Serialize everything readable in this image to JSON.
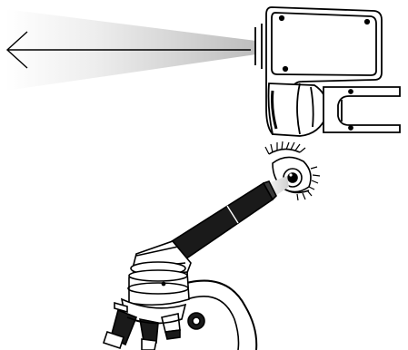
{
  "diagram": {
    "parts": [
      {
        "id": "projector-beam",
        "icon": "light-beam"
      },
      {
        "id": "projection-arrow",
        "icon": "arrow-left-icon"
      },
      {
        "id": "projector-unit",
        "icon": "projector-icon"
      },
      {
        "id": "eye",
        "icon": "eye-icon"
      },
      {
        "id": "eyepiece-tube",
        "icon": "eyepiece-icon"
      },
      {
        "id": "microscope",
        "icon": "microscope-icon"
      }
    ],
    "colors": {
      "line": "#000000",
      "fill": "#ffffff",
      "beam": "#c8c8c8",
      "eyepiece": "#1a1a1a"
    }
  }
}
